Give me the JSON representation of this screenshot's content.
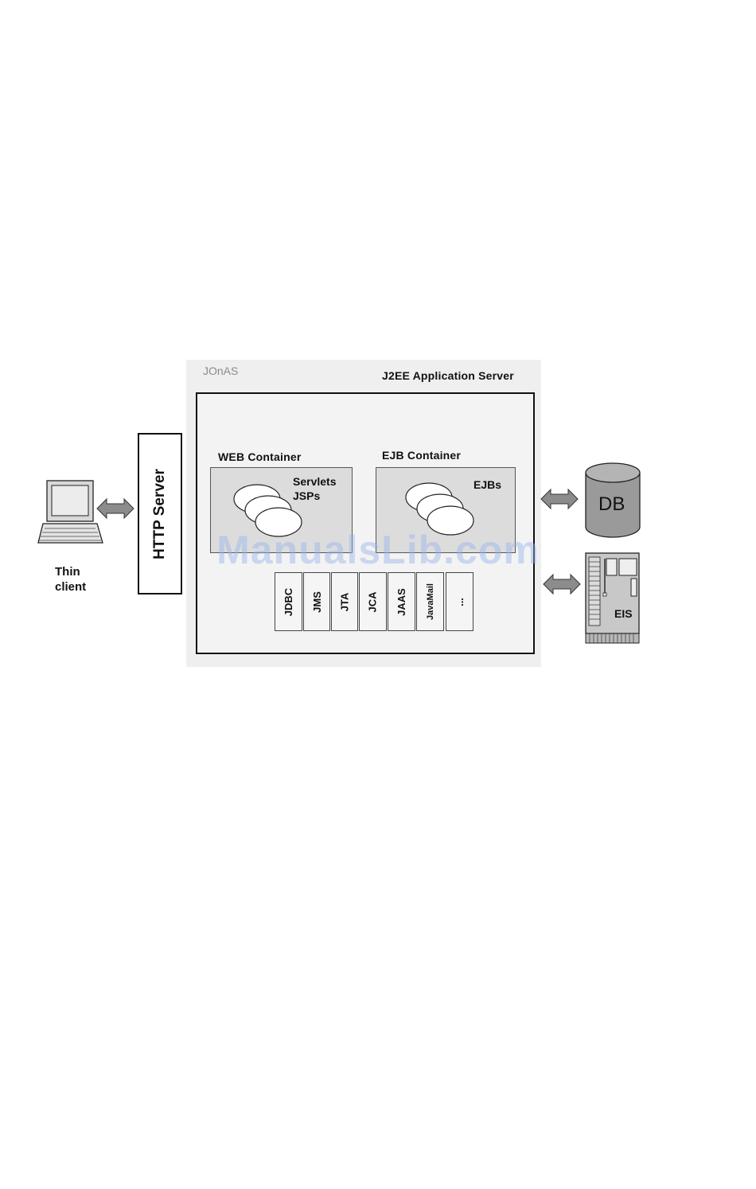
{
  "diagram": {
    "jonas_label": "JOnAS",
    "server_title": "J2EE Application Server",
    "web_container": {
      "title": "WEB Container",
      "components": [
        "Servlets",
        "JSPs"
      ]
    },
    "ejb_container": {
      "title": "EJB Container",
      "components": [
        "EJBs"
      ]
    },
    "services": [
      "JDBC",
      "JMS",
      "JTA",
      "JCA",
      "JAAS",
      "JavaMail",
      "..."
    ],
    "http_server": "HTTP Server",
    "client": [
      "Thin",
      "client"
    ],
    "database": "DB",
    "eis": "EIS"
  },
  "watermark": "ManualsLib.com",
  "colors": {
    "panel": "#efefef",
    "container": "#dcdcdc",
    "arrow": "#8c8c8c",
    "db": "#9a9a9a",
    "watermark": "#96b4eb"
  },
  "icons": [
    "laptop-icon",
    "double-arrow-icon",
    "database-icon",
    "circuit-board-icon"
  ]
}
